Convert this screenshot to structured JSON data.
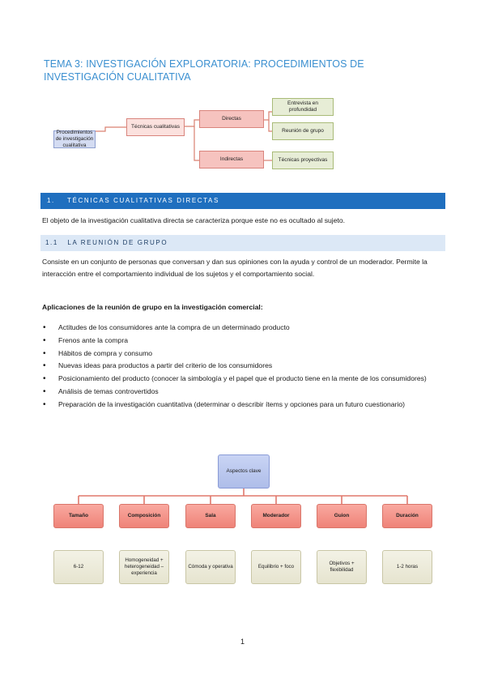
{
  "title": "TEMA 3: INVESTIGACIÓN EXPLORATORIA: PROCEDIMIENTOS DE INVESTIGACIÓN CUALITATIVA",
  "top_diagram": {
    "root": "Procedimientos de investigación cualitativa",
    "mid": "Técnicas cualitativas",
    "directas": "Directas",
    "indirectas": "Indirectas",
    "leaf1": "Entrevista en profundidad",
    "leaf2": "Reunión de grupo",
    "leaf3": "Técnicas proyectivas"
  },
  "section1": {
    "number": "1.",
    "title": "TÉCNICAS CUALITATIVAS DIRECTAS"
  },
  "intro": "El objeto de la investigación cualitativa directa se caracteriza porque este no es ocultado al sujeto.",
  "section11": {
    "number": "1.1",
    "title": "LA REUNIÓN DE GRUPO"
  },
  "definition": "Consiste en un conjunto de personas que conversan y dan sus opiniones con la ayuda y control de un moderador. Permite la interacción entre el comportamiento individual de los sujetos y el comportamiento social.",
  "apps_heading": "Aplicaciones de la reunión de grupo en la investigación comercial:",
  "apps": [
    "Actitudes de los consumidores ante la compra de un determinado producto",
    "Frenos ante la compra",
    "Hábitos de compra y consumo",
    "Nuevas ideas para productos a partir del criterio de los consumidores",
    "Posicionamiento del producto (conocer la simbología y el papel que el producto tiene en la mente de los consumidores)",
    "Análisis de temas controvertidos",
    "Preparación de la investigación cuantitativa (determinar o describir ítems y opciones para un futuro cuestionario)"
  ],
  "bottom_diagram": {
    "root": "Aspectos clave",
    "categories": [
      "Tamaño",
      "Composición",
      "Sala",
      "Moderador",
      "Guion",
      "Duración"
    ],
    "values": [
      "6-12",
      "Homogeneidad + heterogeneidad – experiencia",
      "Cómoda y operativa",
      "Equilibrio + foco",
      "Objetivos + flexibilidad",
      "1-2 horas"
    ]
  },
  "page_number": "1"
}
